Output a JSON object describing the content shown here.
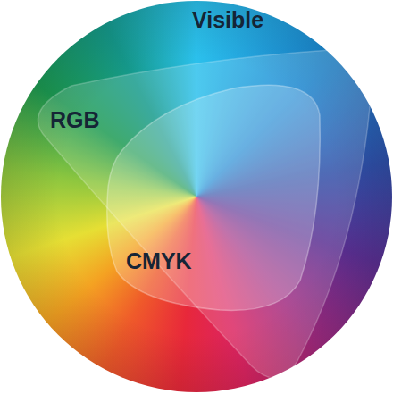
{
  "diagram": {
    "nodes": [
      {
        "text": [
          "Visible"
        ]
      },
      {
        "text": [
          "RGB"
        ],
        "in": 0
      },
      {
        "text": [
          "CMYK"
        ],
        "in": 1
      }
    ]
  }
}
